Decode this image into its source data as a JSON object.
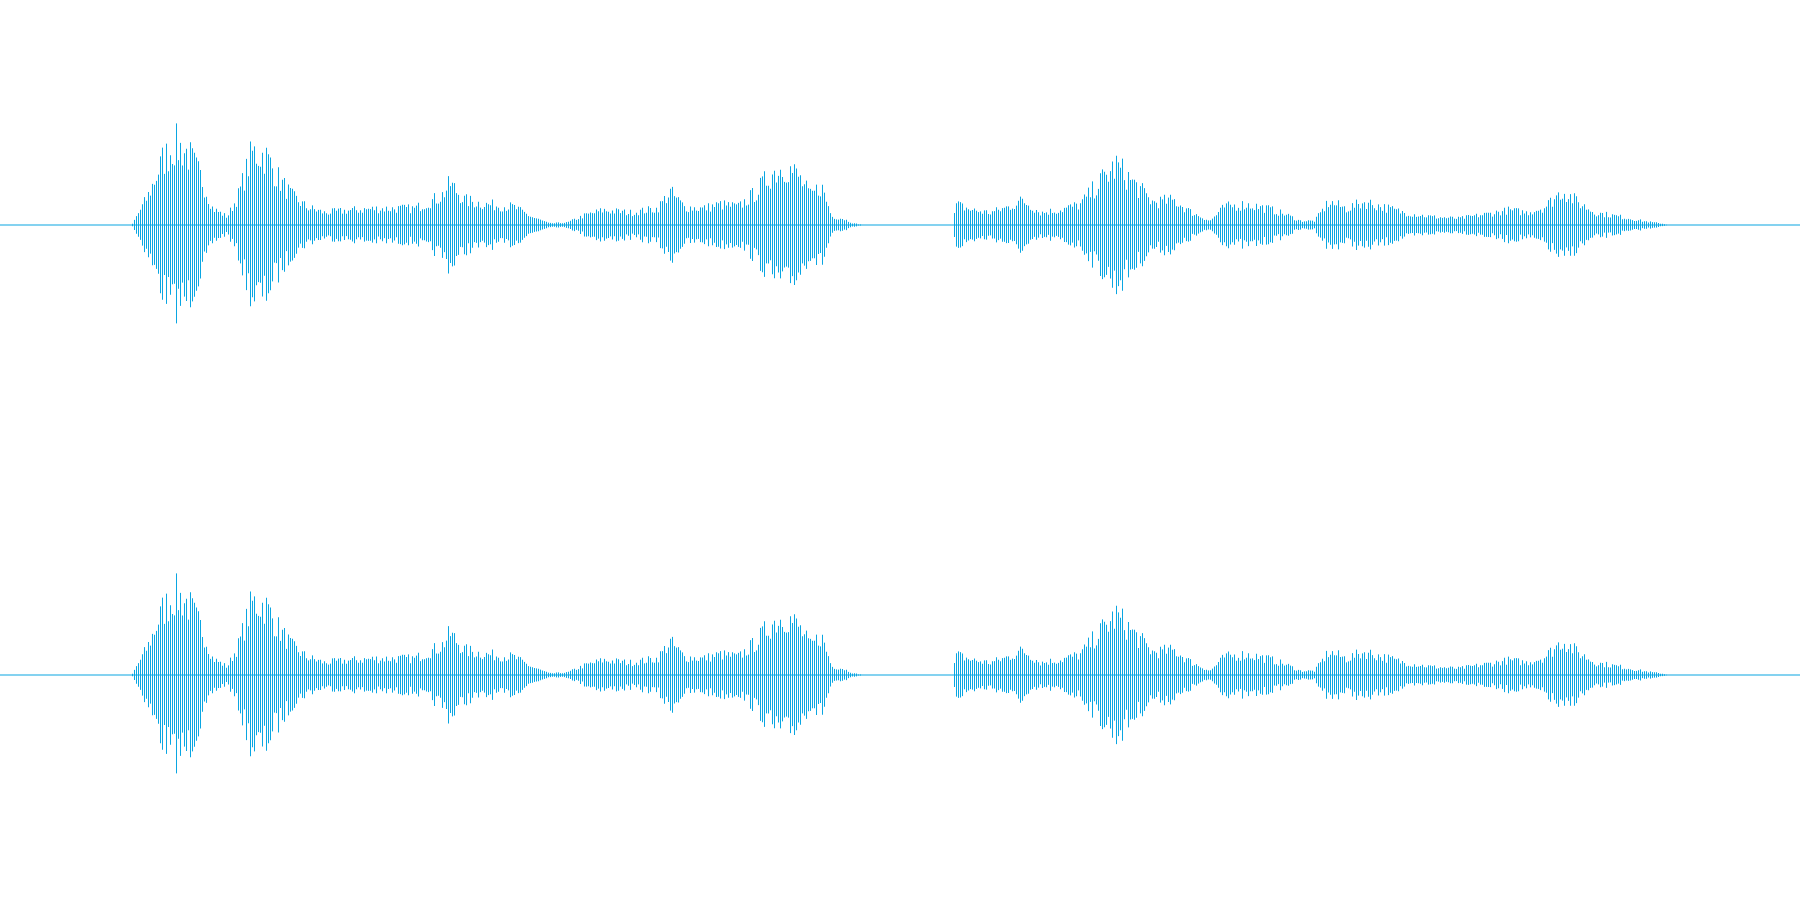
{
  "waveform": {
    "color": "#0aa6e2",
    "background": "#ffffff",
    "channels": [
      {
        "id": "left"
      },
      {
        "id": "right"
      }
    ],
    "envelope": [
      [
        0.0,
        0.0
      ],
      [
        0.073,
        0.0
      ],
      [
        0.075,
        0.08
      ],
      [
        0.082,
        0.35
      ],
      [
        0.09,
        0.78
      ],
      [
        0.097,
        0.98
      ],
      [
        0.104,
        0.88
      ],
      [
        0.112,
        0.55
      ],
      [
        0.118,
        0.2
      ],
      [
        0.126,
        0.1
      ],
      [
        0.132,
        0.35
      ],
      [
        0.14,
        0.88
      ],
      [
        0.147,
        0.85
      ],
      [
        0.155,
        0.55
      ],
      [
        0.162,
        0.35
      ],
      [
        0.17,
        0.22
      ],
      [
        0.18,
        0.15
      ],
      [
        0.195,
        0.18
      ],
      [
        0.21,
        0.2
      ],
      [
        0.23,
        0.2
      ],
      [
        0.245,
        0.35
      ],
      [
        0.25,
        0.5
      ],
      [
        0.258,
        0.3
      ],
      [
        0.27,
        0.25
      ],
      [
        0.285,
        0.22
      ],
      [
        0.295,
        0.1
      ],
      [
        0.305,
        0.02
      ],
      [
        0.315,
        0.03
      ],
      [
        0.325,
        0.12
      ],
      [
        0.335,
        0.18
      ],
      [
        0.35,
        0.15
      ],
      [
        0.365,
        0.2
      ],
      [
        0.372,
        0.4
      ],
      [
        0.38,
        0.22
      ],
      [
        0.39,
        0.2
      ],
      [
        0.4,
        0.25
      ],
      [
        0.41,
        0.22
      ],
      [
        0.42,
        0.4
      ],
      [
        0.428,
        0.62
      ],
      [
        0.436,
        0.72
      ],
      [
        0.443,
        0.6
      ],
      [
        0.45,
        0.35
      ],
      [
        0.456,
        0.48
      ],
      [
        0.462,
        0.1
      ],
      [
        0.468,
        0.08
      ],
      [
        0.474,
        0.02
      ],
      [
        0.48,
        0.0
      ],
      [
        0.529,
        0.0
      ],
      [
        0.531,
        0.25
      ],
      [
        0.54,
        0.18
      ],
      [
        0.55,
        0.15
      ],
      [
        0.56,
        0.22
      ],
      [
        0.568,
        0.3
      ],
      [
        0.578,
        0.15
      ],
      [
        0.588,
        0.18
      ],
      [
        0.6,
        0.25
      ],
      [
        0.612,
        0.55
      ],
      [
        0.62,
        0.72
      ],
      [
        0.63,
        0.5
      ],
      [
        0.64,
        0.28
      ],
      [
        0.652,
        0.3
      ],
      [
        0.662,
        0.15
      ],
      [
        0.672,
        0.05
      ],
      [
        0.68,
        0.22
      ],
      [
        0.692,
        0.25
      ],
      [
        0.704,
        0.2
      ],
      [
        0.715,
        0.12
      ],
      [
        0.722,
        0.05
      ],
      [
        0.73,
        0.05
      ],
      [
        0.738,
        0.28
      ],
      [
        0.748,
        0.2
      ],
      [
        0.758,
        0.28
      ],
      [
        0.768,
        0.22
      ],
      [
        0.78,
        0.15
      ],
      [
        0.795,
        0.1
      ],
      [
        0.81,
        0.08
      ],
      [
        0.825,
        0.13
      ],
      [
        0.838,
        0.18
      ],
      [
        0.848,
        0.15
      ],
      [
        0.858,
        0.22
      ],
      [
        0.868,
        0.42
      ],
      [
        0.876,
        0.28
      ],
      [
        0.886,
        0.15
      ],
      [
        0.9,
        0.1
      ],
      [
        0.912,
        0.05
      ],
      [
        0.922,
        0.02
      ],
      [
        0.928,
        0.0
      ],
      [
        1.0,
        0.0
      ]
    ]
  }
}
